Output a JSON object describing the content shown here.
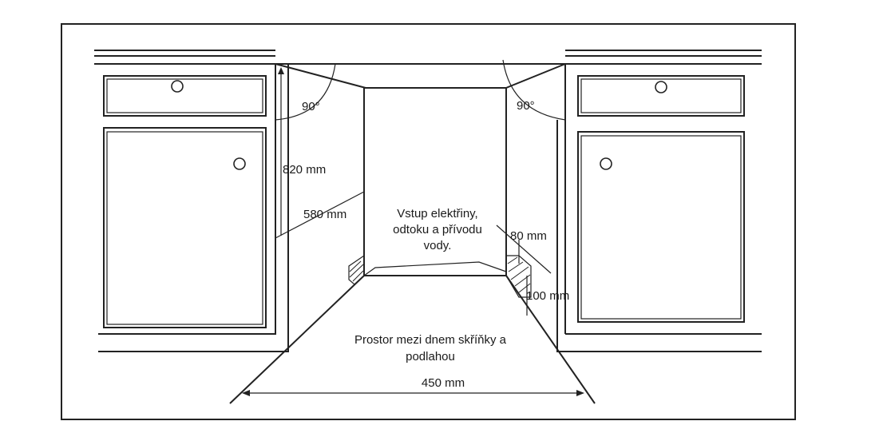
{
  "diagram": {
    "labels": {
      "angle_left": "90°",
      "angle_right": "90°",
      "height": "820 mm",
      "depth": "580 mm",
      "inlet_line1": "Vstup elektřiny,",
      "inlet_line2": "odtoku a přívodu",
      "inlet_line3": "vody.",
      "plinth_height": "80 mm",
      "plinth_depth": "100 mm",
      "floor_space_line1": "Prostor mezi dnem skříňky a",
      "floor_space_line2": "podlahou",
      "width": "450 mm"
    },
    "colors": {
      "stroke": "#222222",
      "background": "#ffffff"
    }
  }
}
